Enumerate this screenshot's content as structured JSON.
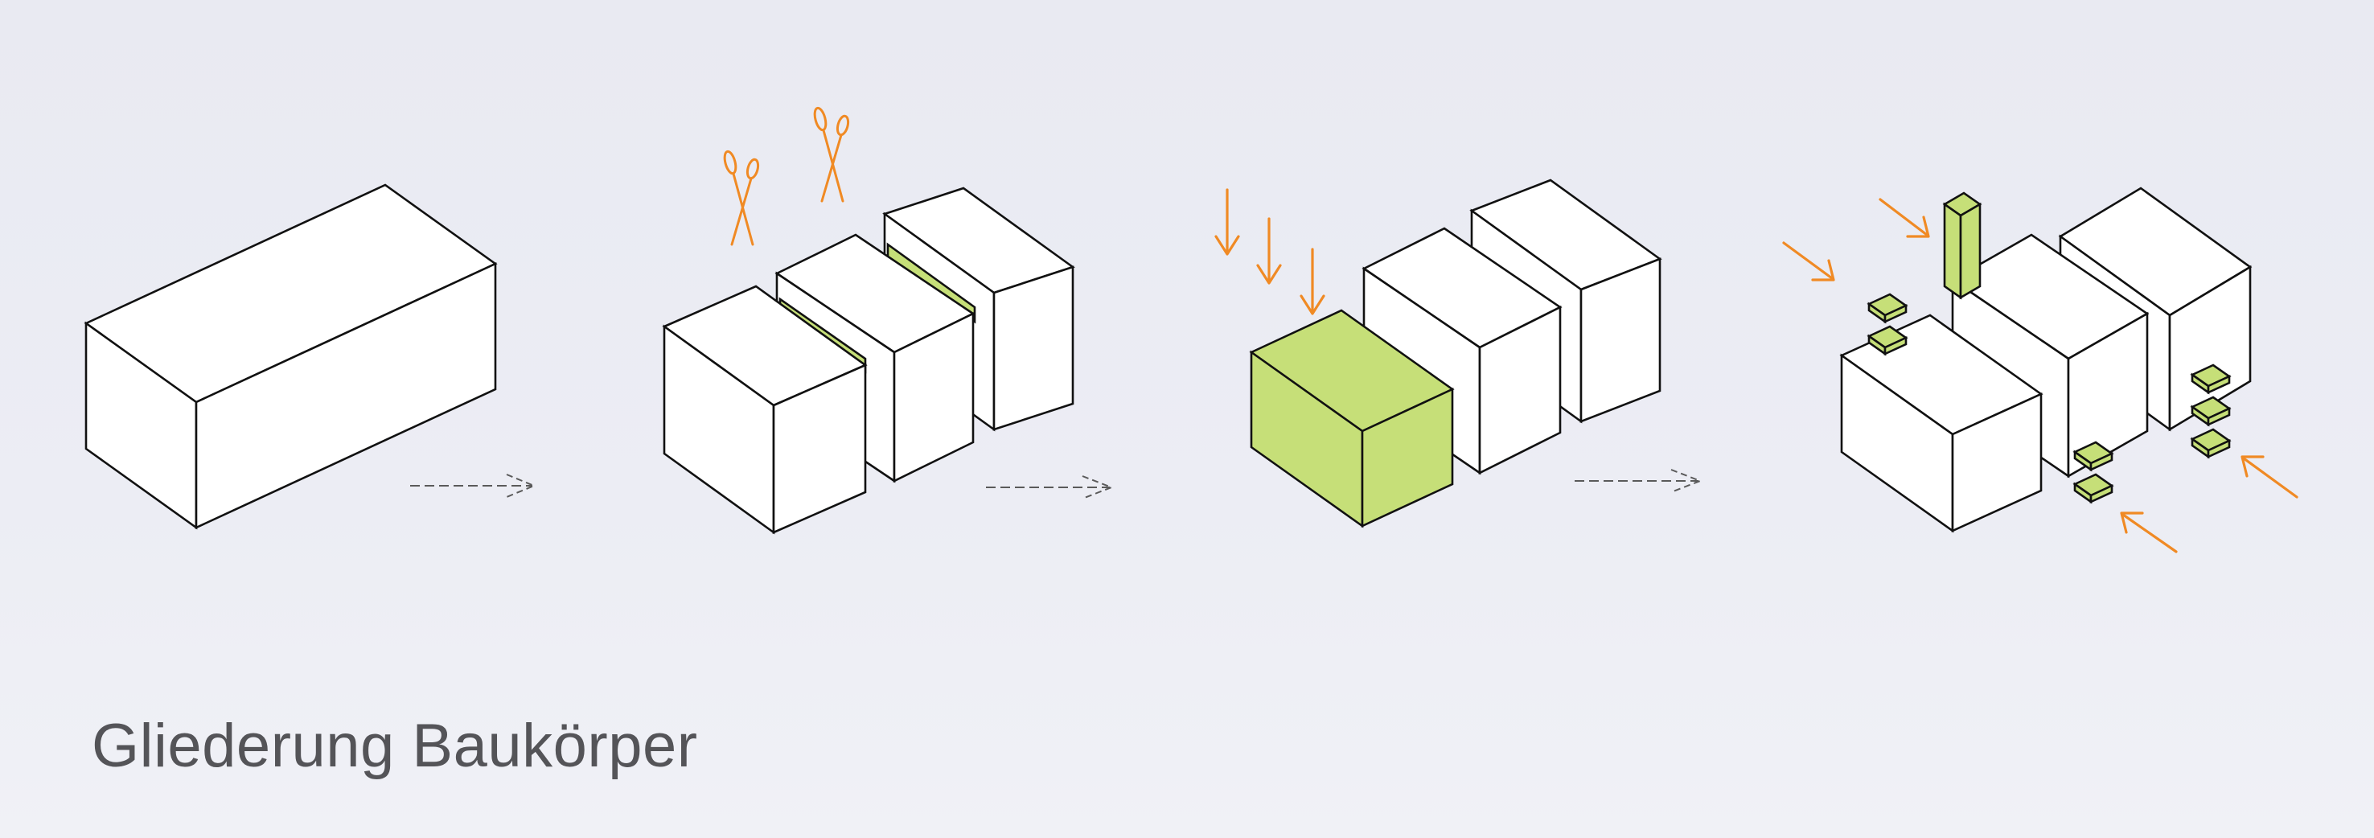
{
  "caption": "Gliederung Baukörper",
  "colors": {
    "accent_green": "#c6df78",
    "arrow_orange": "#f08a24",
    "outline": "#111111",
    "background": "#eaebf2",
    "caption_gray": "#545458"
  },
  "stages": [
    {
      "name": "stage-1-single-volume"
    },
    {
      "name": "stage-2-split-volumes"
    },
    {
      "name": "stage-3-lowered-volume"
    },
    {
      "name": "stage-4-articulated-volumes"
    }
  ],
  "icons": [
    "scissors-icon",
    "arrow-icon",
    "dashed-arrow-icon"
  ]
}
